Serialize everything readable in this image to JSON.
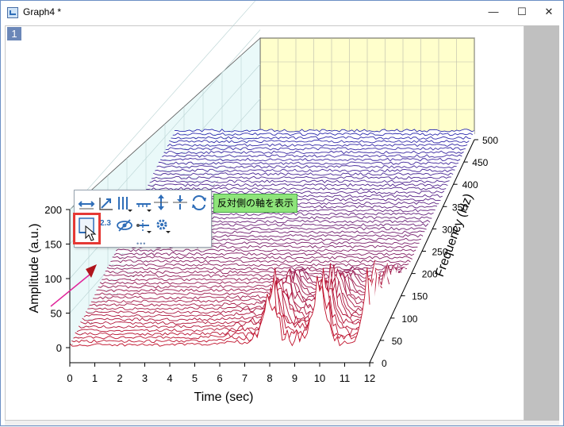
{
  "window": {
    "title": "Graph4 *",
    "minimize_glyph": "—",
    "maximize_glyph": "☐",
    "close_glyph": "✕"
  },
  "graph": {
    "layer_number": "1"
  },
  "toolbar": {
    "tooltip": "反対側の軸を表示",
    "more_glyph": "•••",
    "tick_label_glyph": "2.3"
  },
  "chart_data": {
    "type": "waterfall",
    "xlabel": "Time (sec)",
    "ylabel": "Amplitude (a.u.)",
    "zlabel": "Frequency (Hz)",
    "x_ticks": [
      "0",
      "1",
      "2",
      "3",
      "4",
      "5",
      "6",
      "7",
      "8",
      "9",
      "10",
      "11",
      "12"
    ],
    "y_ticks": [
      "0",
      "50",
      "100",
      "150",
      "200"
    ],
    "z_ticks": [
      "0",
      "50",
      "100",
      "150",
      "200",
      "250",
      "300",
      "350",
      "400",
      "450",
      "500"
    ],
    "xlim": [
      0,
      12
    ],
    "ylim": [
      0,
      200
    ],
    "zlim": [
      0,
      500
    ],
    "peak_times_sec": [
      8.0,
      10.0,
      12.0
    ],
    "color_near": "#2b2bb0",
    "color_far": "#c0102a",
    "back_wall_color": "#ffffcc",
    "side_wall_color": "#e8f8f8"
  }
}
